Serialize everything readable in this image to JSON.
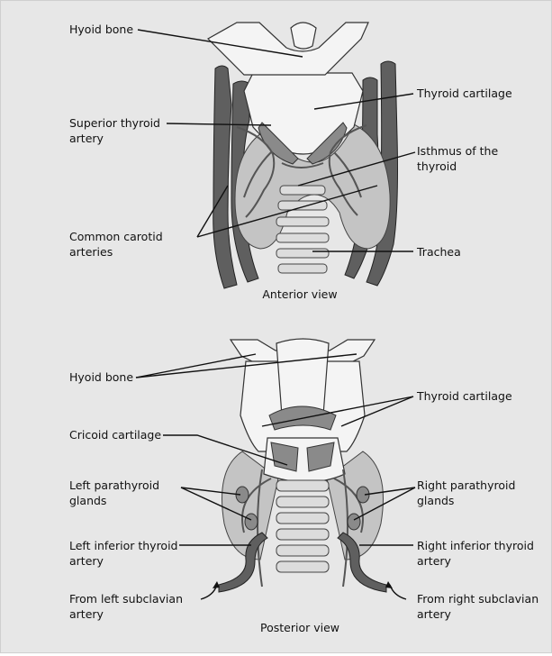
{
  "anterior": {
    "caption": "Anterior view",
    "labels": {
      "hyoid_bone": "Hyoid bone",
      "thyroid_cartilage": "Thyroid cartilage",
      "superior_thyroid_artery_1": "Superior thyroid",
      "superior_thyroid_artery_2": "artery",
      "isthmus_1": "Isthmus of the",
      "isthmus_2": "thyroid",
      "common_carotid_1": "Common carotid",
      "common_carotid_2": "arteries",
      "trachea": "Trachea"
    }
  },
  "posterior": {
    "caption": "Posterior view",
    "labels": {
      "hyoid_bone": "Hyoid bone",
      "thyroid_cartilage": "Thyroid cartilage",
      "cricoid_cartilage": "Cricoid cartilage",
      "left_parathyroid_1": "Left parathyroid",
      "left_parathyroid_2": "glands",
      "right_parathyroid_1": "Right parathyroid",
      "right_parathyroid_2": "glands",
      "left_inferior_1": "Left inferior thyroid",
      "left_inferior_2": "artery",
      "right_inferior_1": "Right inferior thyroid",
      "right_inferior_2": "artery",
      "left_subclavian_1": "From left subclavian",
      "left_subclavian_2": "artery",
      "right_subclavian_1": "From right subclavian",
      "right_subclavian_2": "artery"
    }
  }
}
